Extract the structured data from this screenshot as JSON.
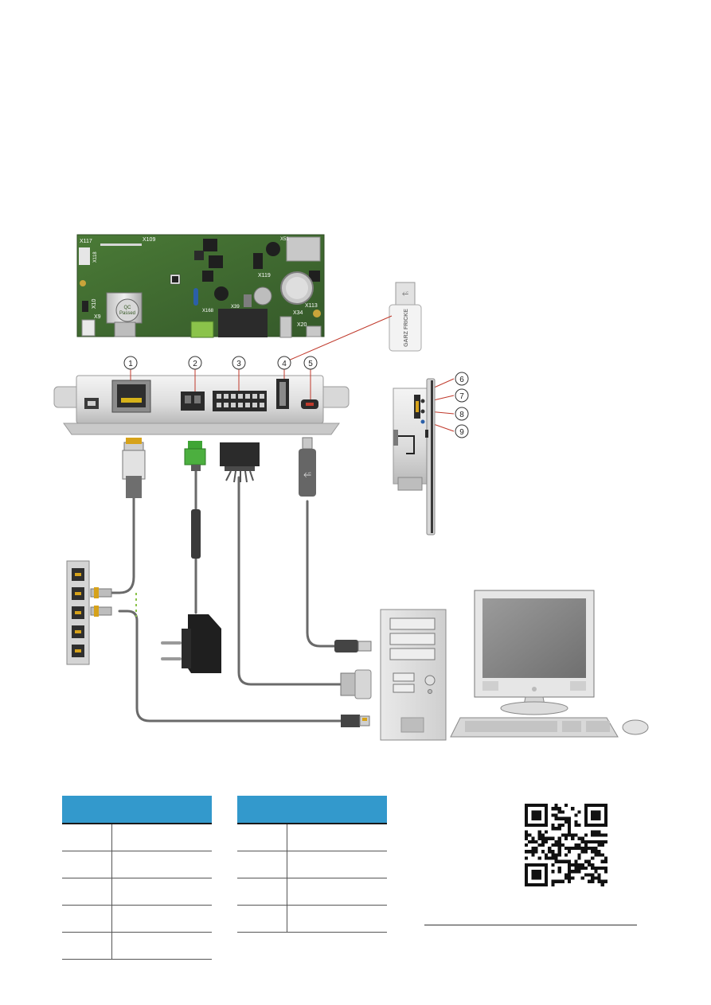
{
  "board": {
    "labels": {
      "x117": "X117",
      "x109": "X109",
      "x118": "X118",
      "x10": "X10",
      "x9": "X9",
      "x168": "X168",
      "x39": "X39",
      "x119": "X119",
      "x113": "X113",
      "x34": "X34",
      "x20": "X20",
      "x51": "X51",
      "passed_top": "QC",
      "passed": "Passed"
    }
  },
  "callouts": [
    "1",
    "2",
    "3",
    "4",
    "5",
    "6",
    "7",
    "8",
    "9"
  ],
  "usb_stick_brand": "GARZ FRICKE",
  "tables": {
    "left_rows": 5,
    "right_rows": 4
  },
  "colors": {
    "pcb": "#3f6a2e",
    "table_header": "#3399cc",
    "red_leader": "#c0392b",
    "cable": "#666666",
    "accent_green": "#3fa535"
  }
}
